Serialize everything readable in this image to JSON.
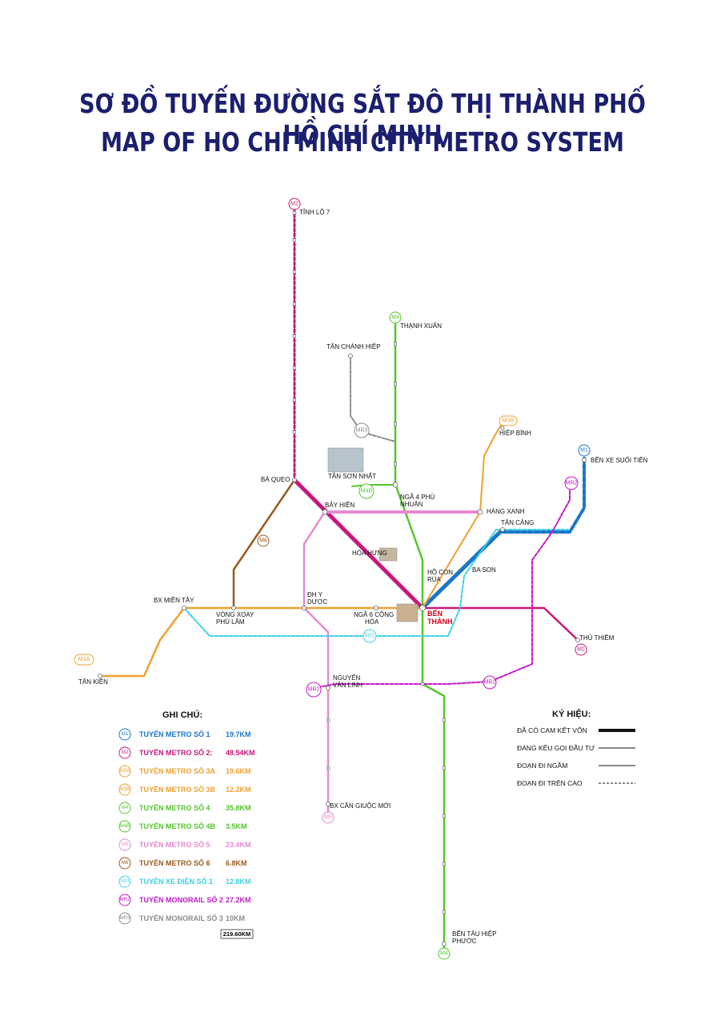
{
  "title": {
    "vi": "SƠ ĐỒ TUYẾN ĐƯỜNG SẮT ĐÔ THỊ THÀNH PHỐ HỒ CHÍ MINH",
    "en": "MAP OF HO CHI MINH CITY METRO SYSTEM"
  },
  "line_badges": {
    "m2_top": "M2",
    "m4_top": "M4",
    "mr3": "MR3",
    "m4b": "M4B",
    "m3b": "M3B",
    "m1": "M1",
    "mr2_right": "MR2",
    "m6": "M6",
    "m3a": "M3A",
    "xd1": "XĐ1",
    "mr2_bottom": "MR2",
    "m5": "M5",
    "m2_right": "M2",
    "m4_bottom": "M4",
    "mr2_center": "MR2"
  },
  "stations": {
    "tinh_lo_7": "TỈNH LỘ 7",
    "thanh_xuan": "THẠNH XUÂN",
    "tan_chanh_hiep": "TÂN CHÁNH HIỆP",
    "hiep_binh": "HIỆP BÌNH",
    "ben_xe_suoi_tien": "BẾN XE SUỐI TIÊN",
    "ba_queo": "BÀ QUẸO",
    "tan_son_nhat": "TÂN SƠN NHẤT",
    "bay_hien": "BẢY HIỀN",
    "nga4_phu_nhuan_1": "NGÃ 4 PHÚ",
    "nga4_phu_nhuan_2": "NHUẬN",
    "hang_xanh": "HÀNG XANH",
    "tan_cang": "TÂN CẢNG",
    "hoa_hung": "HÒA HƯNG",
    "ho_con_rua_1": "HỒ CON",
    "ho_con_rua_2": "RÙA",
    "ba_son": "BA SON",
    "vong_xoay_phu_lam_1": "VÒNG XOAY",
    "vong_xoay_phu_lam_2": "PHÚ LÂM",
    "dh_y_duoc_1": "ĐH Y",
    "dh_y_duoc_2": "DƯỢC",
    "bx_mien_tay": "BX MIỀN TÂY",
    "nga6_cong_hoa_1": "NGÃ 6 CỘNG",
    "nga6_cong_hoa_2": "HÒA",
    "ben_thanh_1": "BẾN",
    "ben_thanh_2": "THÀNH",
    "thu_thiem": "THỦ THIÊM",
    "tan_kien": "TÂN KIÊN",
    "nguyen_van_linh_1": "NGUYỄN",
    "nguyen_van_linh_2": "VĂN LINH",
    "bx_can_giuoc_moi": "BX CẦN GIUỘC MỚI",
    "ben_tau_hiep_phuoc_1": "BẾN TÀU HIỆP",
    "ben_tau_hiep_phuoc_2": "PHƯỚC"
  },
  "legend": {
    "heading": "GHI CHÚ:",
    "items": [
      {
        "badge": "M1",
        "name": "TUYẾN METRO SỐ 1",
        "length": "19.7KM",
        "color": "#1b75c9"
      },
      {
        "badge": "M2",
        "name": "TUYẾN METRO SỐ 2:",
        "length": "48.54KM",
        "color": "#c8187a"
      },
      {
        "badge": "M3A",
        "name": "TUYẾN METRO SỐ 3A",
        "length": "19.6KM",
        "color": "#f0a030"
      },
      {
        "badge": "M3B",
        "name": "TUYẾN METRO SỐ 3B",
        "length": "12.2KM",
        "color": "#f0a030"
      },
      {
        "badge": "M4",
        "name": "TUYẾN METRO SỐ 4",
        "length": "35.8KM",
        "color": "#55c52c"
      },
      {
        "badge": "M4B",
        "name": "TUYẾN METRO SỐ 4B",
        "length": "3.5KM",
        "color": "#55c52c"
      },
      {
        "badge": "M5",
        "name": "TUYẾN METRO SỐ 5",
        "length": "23.4KM",
        "color": "#e58ad0"
      },
      {
        "badge": "M6",
        "name": "TUYẾN METRO SỐ 6",
        "length": "6.8KM",
        "color": "#9a5a1e"
      },
      {
        "badge": "XĐ1",
        "name": "TUYẾN XE ĐIỆN SỐ 1",
        "length": "12.8KM",
        "color": "#3fd0e6"
      },
      {
        "badge": "MR2",
        "name": "TUYẾN MONORAIL SỐ 2",
        "length": "27.2KM",
        "color": "#c21ac9"
      },
      {
        "badge": "MR3",
        "name": "TUYẾN MONORAIL SỐ 3",
        "length": "10KM",
        "color": "#8c8c8c"
      }
    ],
    "total": "219.60KM"
  },
  "key": {
    "heading": "KÝ HIỆU:",
    "items": [
      {
        "label": "ĐÃ CÓ CAM KẾT VỐN",
        "style": "thick"
      },
      {
        "label": "ĐANG KÊU GỌI ĐẦU TƯ",
        "style": "thin"
      },
      {
        "label": "ĐOẠN ĐI NGẦM",
        "style": "thin"
      },
      {
        "label": "ĐOẠN ĐI TRÊN CAO",
        "style": "dashed"
      }
    ]
  },
  "colors": {
    "title": "#1b1f6e",
    "m1": "#1b75c9",
    "m2": "#c8187a",
    "m3": "#f0a030",
    "m4": "#55c52c",
    "m5": "#e58ad0",
    "m6": "#9a5a1e",
    "xd1": "#3fd0e6",
    "mr2": "#c21ac9",
    "mr3": "#8c8c8c",
    "ben_thanh": "#d2001a"
  }
}
